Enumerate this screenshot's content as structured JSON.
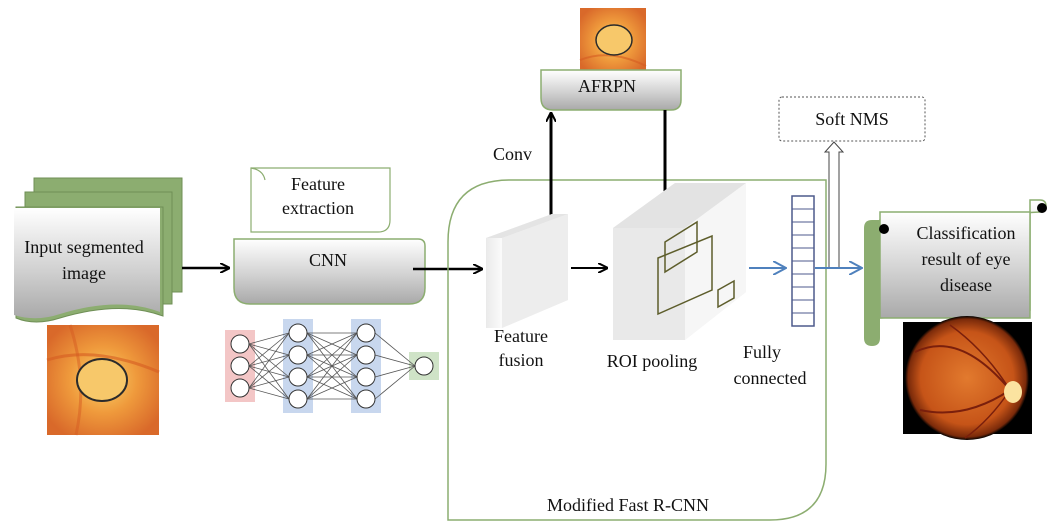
{
  "labels": {
    "input": [
      "Input segmented",
      "image"
    ],
    "feature_extraction": [
      "Feature",
      "extraction"
    ],
    "cnn": "CNN",
    "afrpn": "AFRPN",
    "conv": "Conv",
    "soft_nms": "Soft NMS",
    "feature_fusion": [
      "Feature",
      "fusion"
    ],
    "roi_pooling": "ROI pooling",
    "fully_connected": [
      "Fully",
      "connected"
    ],
    "classification": [
      "Classification",
      "result of eye",
      "disease"
    ],
    "modified_fast_rcnn": "Modified Fast R-CNN"
  },
  "colors": {
    "box_green": "#8cad70",
    "gradient_light": "#ffffff",
    "gradient_dark": "#bfbfbf",
    "arrow_black": "#000000",
    "arrow_blue": "#4f81bd",
    "box_outline_olive": "#5d5d2b",
    "fundus_orange": "#e98a3a",
    "nn_input_band": "#f3c6c6",
    "nn_hidden_band": "#c8d7ee",
    "nn_output_band": "#cfe3c7"
  },
  "neural_net_layers": [
    3,
    4,
    4,
    1
  ]
}
